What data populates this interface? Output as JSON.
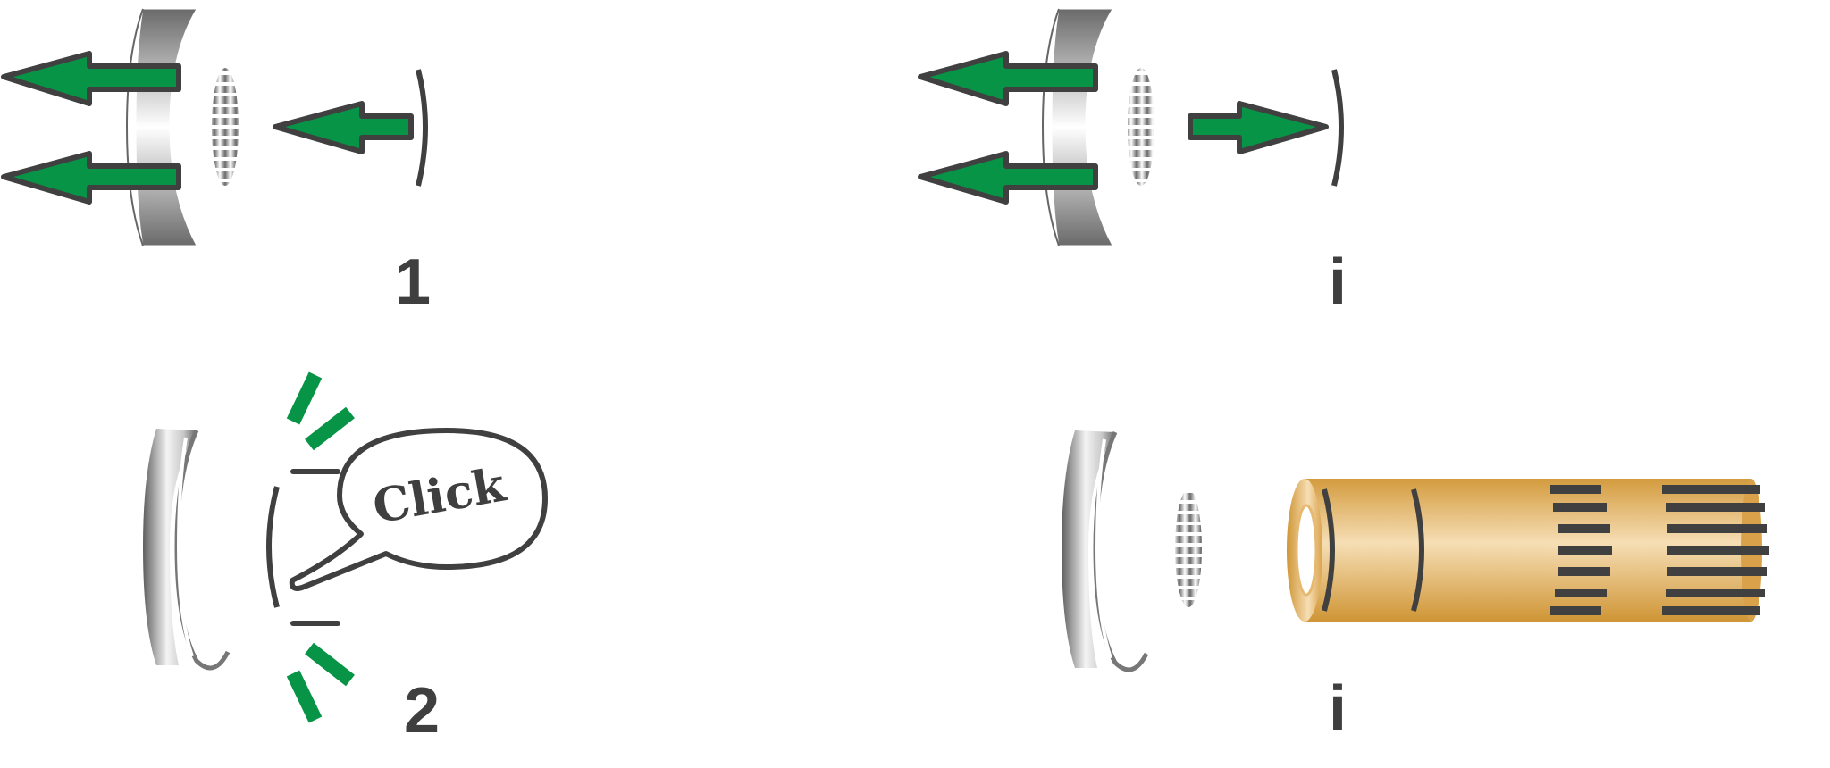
{
  "colors": {
    "arrow_fill": "#079447",
    "outline": "#404040",
    "accent_green": "#079447",
    "tube_base": "#d9a24a",
    "tube_highlight": "#f6deb5"
  },
  "panels": {
    "top_left": {
      "step_label": "1"
    },
    "top_right": {
      "step_label": "i"
    },
    "bottom_left": {
      "step_label": "2",
      "speech_text": "Click"
    },
    "bottom_right": {
      "step_label": "i"
    }
  }
}
